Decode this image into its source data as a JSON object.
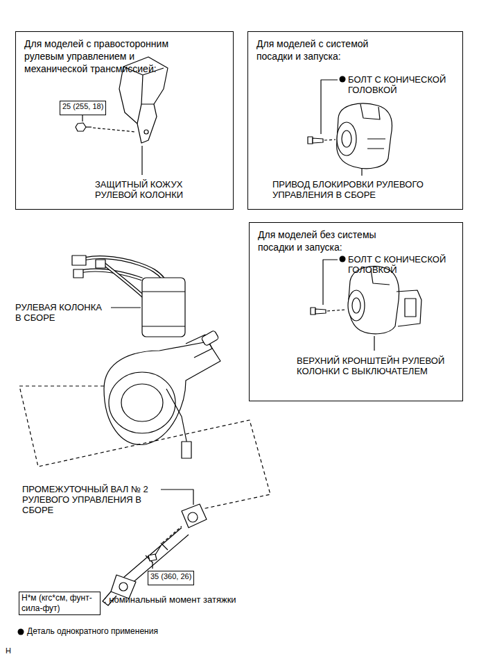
{
  "diagram": {
    "nodes": [
      {
        "text": [
          "Для моделей с правосторонним рулевым управлением и механической трансмиссией:"
        ]
      },
      {
        "text": [
          "25 (255, 18)"
        ],
        "in": 0
      },
      {
        "text": [
          "Для моделей с системой посадки и запуска:"
        ]
      },
      {
        "text": [
          "Для моделей без системы посадки и запуска:"
        ]
      },
      {
        "text": [
          "35 (360, 26)"
        ]
      },
      {
        "text": [
          "Н*м (кгс*см, фунт-сила-фут)"
        ]
      }
    ],
    "labels": [
      "ЗАЩИТНЫЙ КОЖУХ РУЛЕВОЙ КОЛОНКИ",
      "БОЛТ С КОНИЧЕСКОЙ ГОЛОВКОЙ",
      "ПРИВОД БЛОКИРОВКИ РУЛЕВОГО УПРАВЛЕНИЯ В СБОРЕ",
      "РУЛЕВАЯ КОЛОНКА В СБОРЕ",
      "БОЛТ С КОНИЧЕСКОЙ ГОЛОВКОЙ",
      "ВЕРХНИЙ КРОНШТЕЙН РУЛЕВОЙ КОЛОНКИ С ВЫКЛЮЧАТЕЛЕМ",
      "ПРОМЕЖУТОЧНЫЙ ВАЛ № 2 РУЛЕВОГО УПРАВЛЕНИЯ В СБОРЕ",
      ": номинальный момент затяжки",
      "H"
    ],
    "legend": [
      {
        "text": "Деталь однократного применения"
      }
    ]
  }
}
